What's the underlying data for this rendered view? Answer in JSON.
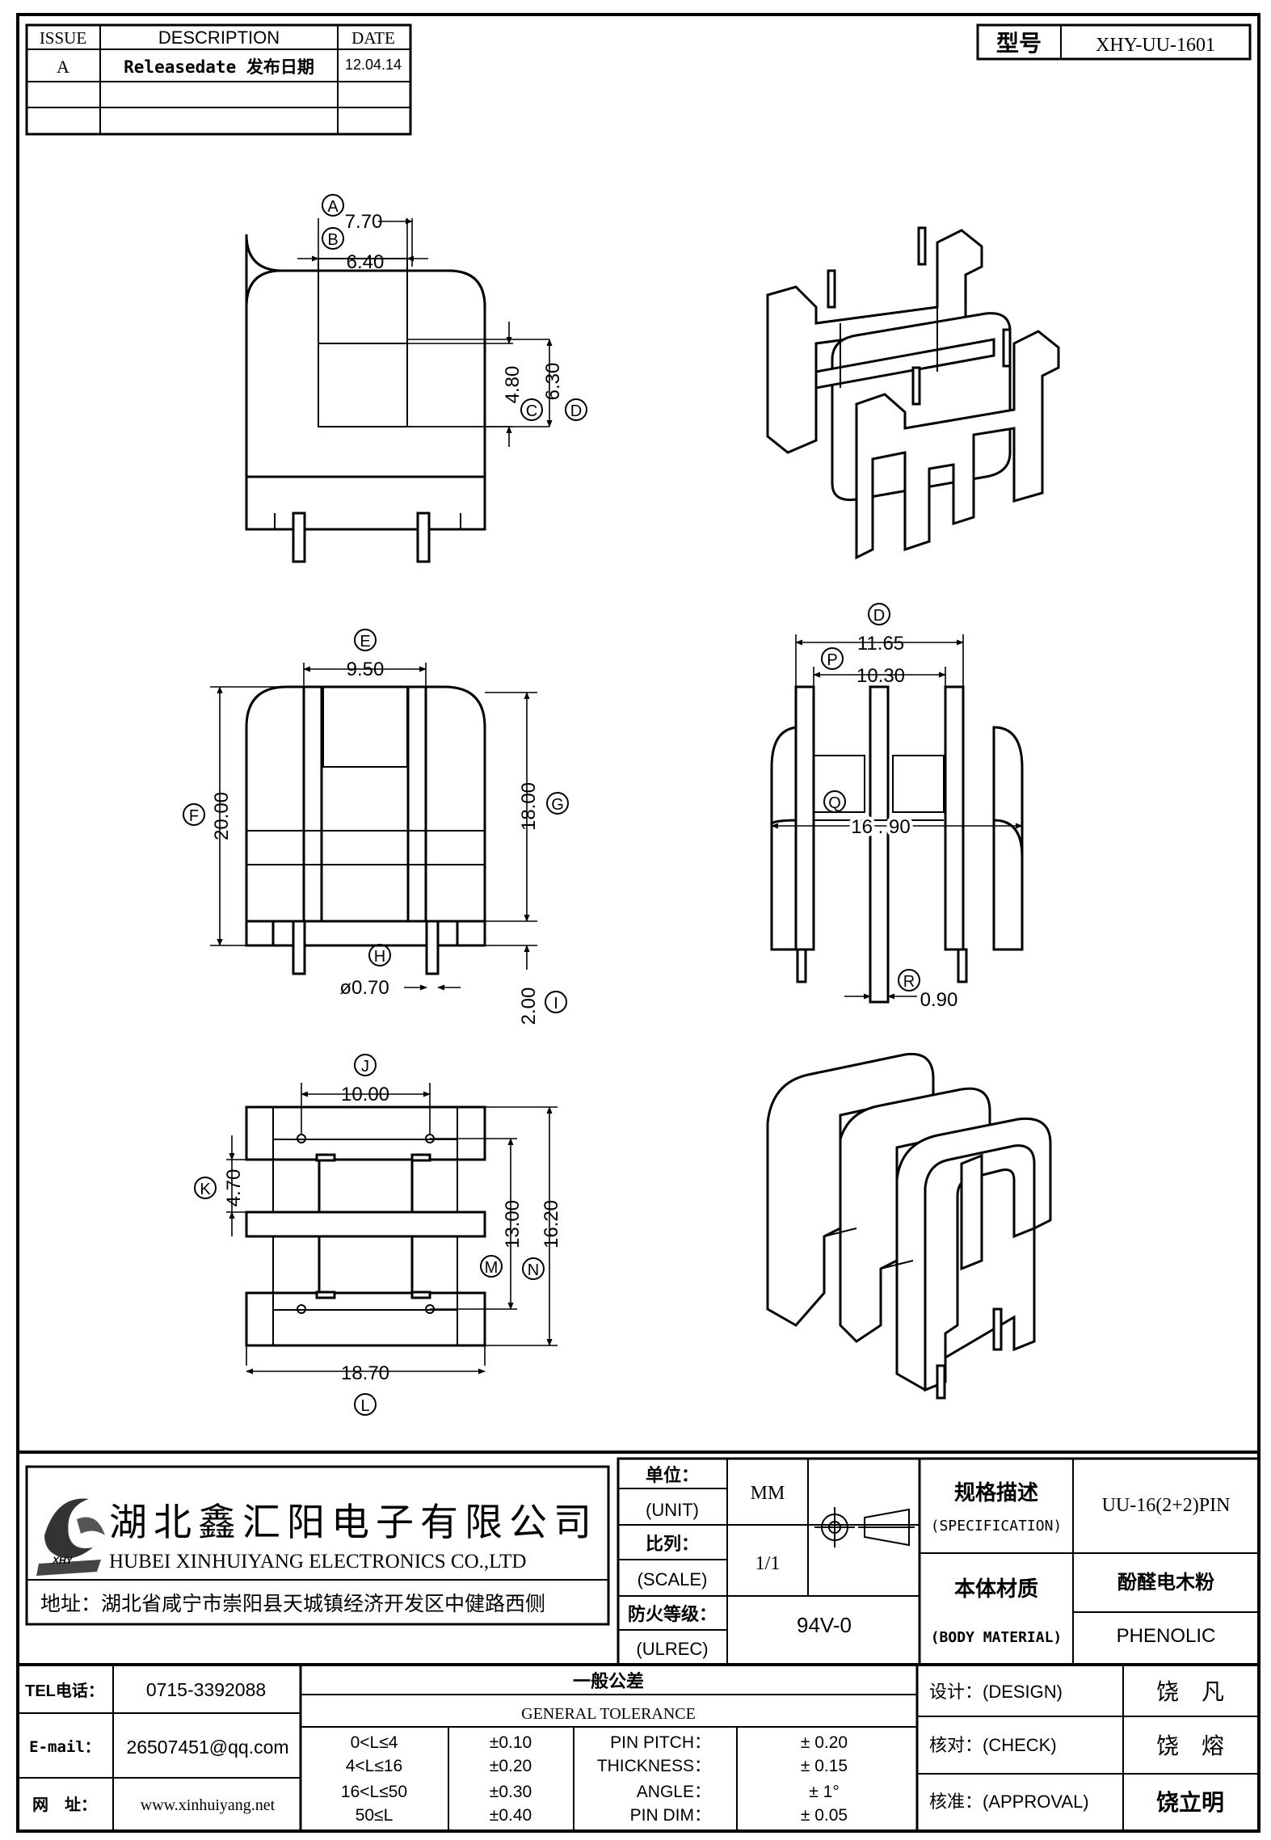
{
  "revision_table": {
    "headers": [
      "ISSUE",
      "DESCRIPTION",
      "DATE"
    ],
    "rows": [
      {
        "issue": "A",
        "description": "Releasedate 发布日期",
        "date": "12.04.14"
      }
    ]
  },
  "model": {
    "label": "型号",
    "value": "XHY-UU-1601"
  },
  "dimensions": {
    "A": "7.70",
    "B": "6.40",
    "C": "4.80",
    "D": "6.30",
    "E": "9.50",
    "F": "20.00",
    "G": "18.00",
    "H": "ø0.70",
    "I": "2.00",
    "J": "10.00",
    "K": "4.70",
    "L": "18.70",
    "M": "13.00",
    "N": "16.20",
    "D2": "11.65",
    "P": "10.30",
    "Q": "16 . 90",
    "R": "0.90"
  },
  "markers": [
    "A",
    "B",
    "C",
    "D",
    "E",
    "F",
    "G",
    "H",
    "I",
    "J",
    "K",
    "L",
    "M",
    "N",
    "D",
    "P",
    "Q",
    "R"
  ],
  "company": {
    "name_cn": "湖北鑫汇阳电子有限公司",
    "name_en": "HUBEI XINHUIYANG ELECTRONICS CO.,LTD",
    "address": "地址：湖北省咸宁市崇阳县天城镇经济开发区中健路西侧",
    "logo_text": "XHY",
    "tel_label": "TEL电话：",
    "tel": "0715-3392088",
    "email_label": "E-mail：",
    "email": "26507451@qq.com",
    "web_label": "网　址：",
    "web": "www.xinhuiyang.net"
  },
  "title_block": {
    "unit_cn": "单位：",
    "unit_en": "(UNIT)",
    "unit_value": "MM",
    "scale_cn": "比列：",
    "scale_en": "(SCALE)",
    "scale_value": "1/1",
    "fire_cn": "防火等级：",
    "fire_en": "(ULREC)",
    "fire_value": "94V-0",
    "spec_cn": "规格描述",
    "spec_en": "(SPECIFICATION)",
    "spec_value": "UU-16(2+2)PIN",
    "material_cn": "本体材质",
    "material_en": "(BODY MATERIAL)",
    "material_value_cn": "酚醛电木粉",
    "material_value_en": "PHENOLIC",
    "design_label": "设计：(DESIGN)",
    "design_name": "饶　凡",
    "check_label": "核对：(CHECK)",
    "check_name": "饶　熔",
    "approval_label": "核准：(APPROVAL)",
    "approval_name": "饶立明"
  },
  "tolerance": {
    "title_cn": "一般公差",
    "title_en": "GENERAL TOLERANCE",
    "rows": [
      {
        "range": "0<L≤4",
        "tol": "±0.10",
        "item": "PIN PITCH：",
        "value": "±  0.20"
      },
      {
        "range": "4<L≤16",
        "tol": "±0.20",
        "item": "THICKNESS：",
        "value": "±  0.15"
      },
      {
        "range": "16<L≤50",
        "tol": "±0.30",
        "item": "ANGLE：",
        "value": "±  1°"
      },
      {
        "range": "50≤L",
        "tol": "±0.40",
        "item": "PIN DIM：",
        "value": "±  0.05"
      }
    ]
  }
}
